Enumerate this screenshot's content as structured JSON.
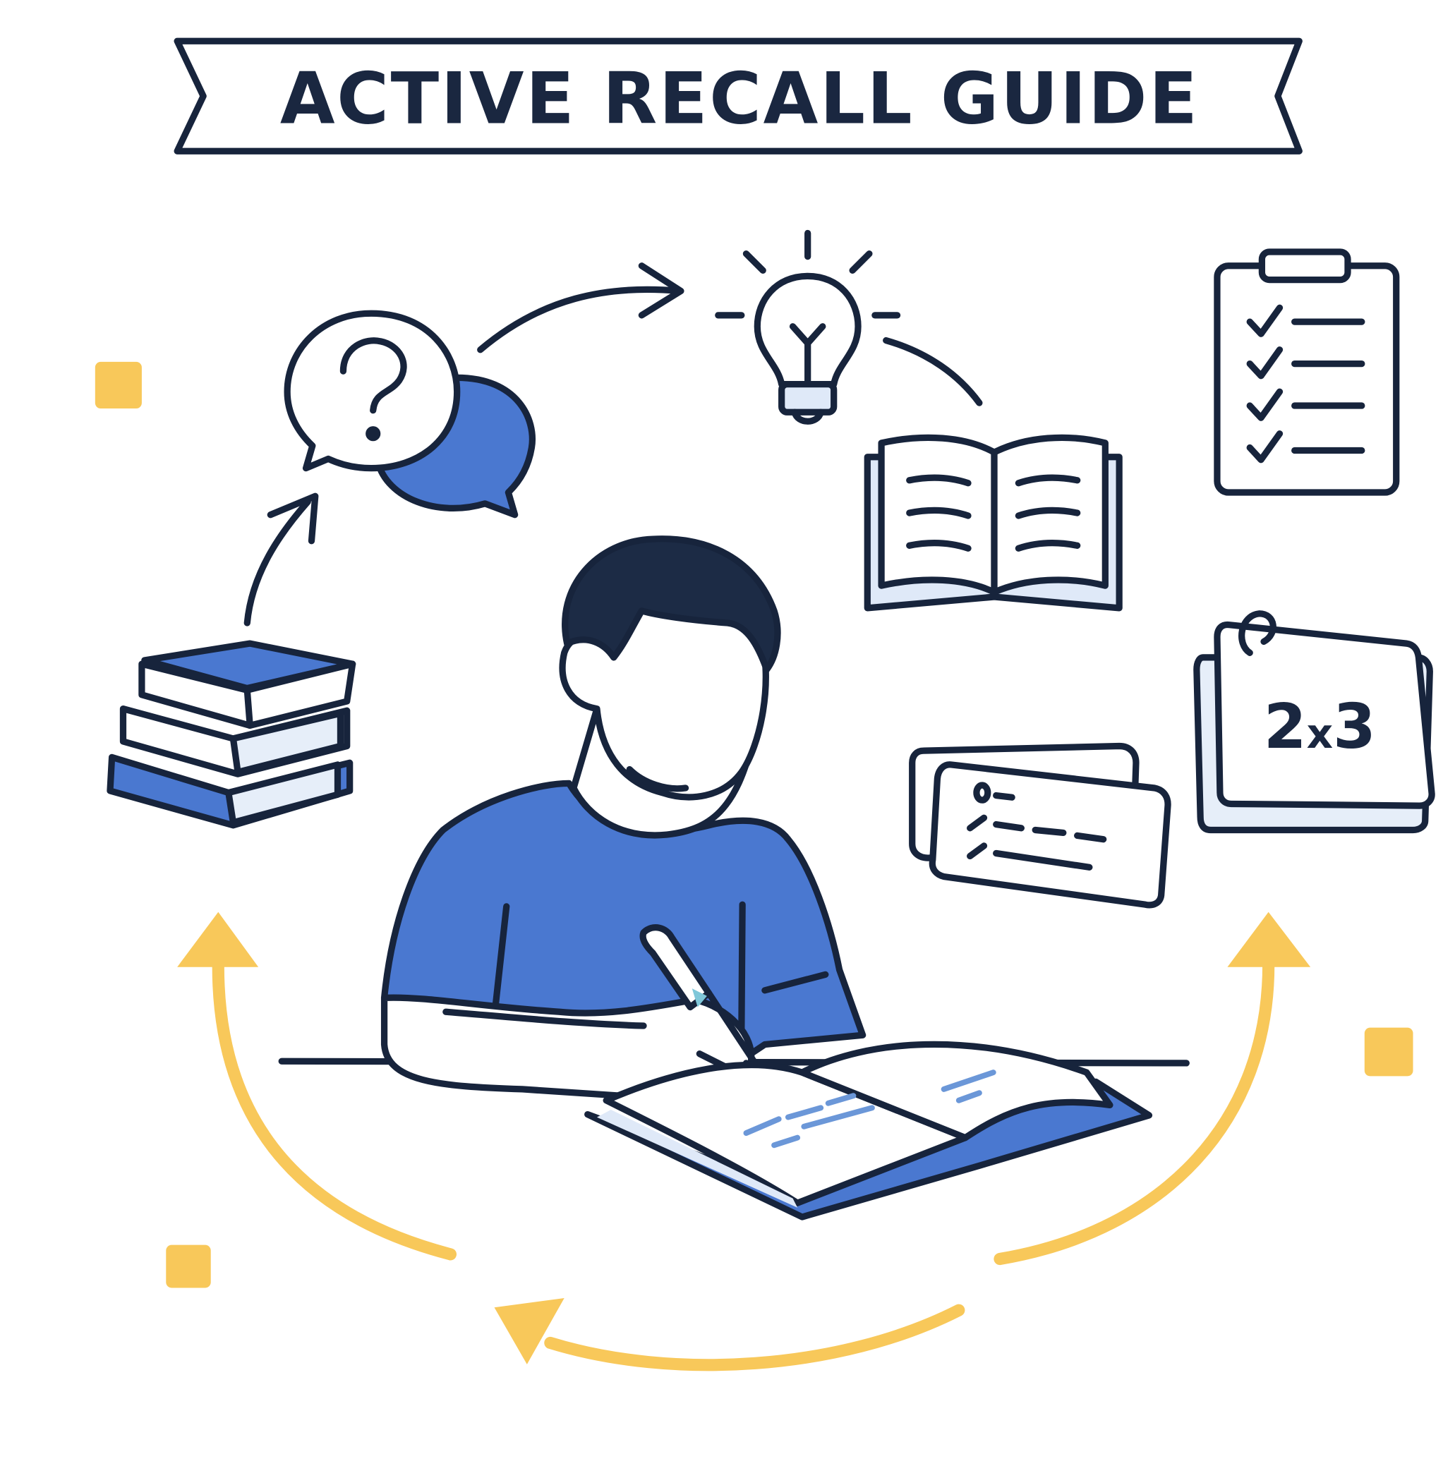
{
  "title": "ACTIVE RECALL GUIDE",
  "flashcard_math": {
    "left": "2",
    "op": "x",
    "right": "3"
  },
  "colors": {
    "ink": "#17243c",
    "blue": "#4a78d0",
    "light_blue": "#dfe9f8",
    "yellow": "#f8c85a"
  },
  "icons": [
    "book-stack-icon",
    "question-speech-bubble-icon",
    "lightbulb-icon",
    "open-book-icon",
    "checklist-clipboard-icon",
    "flashcards-icon",
    "math-flashcard-icon",
    "cycle-arrows-icon"
  ]
}
